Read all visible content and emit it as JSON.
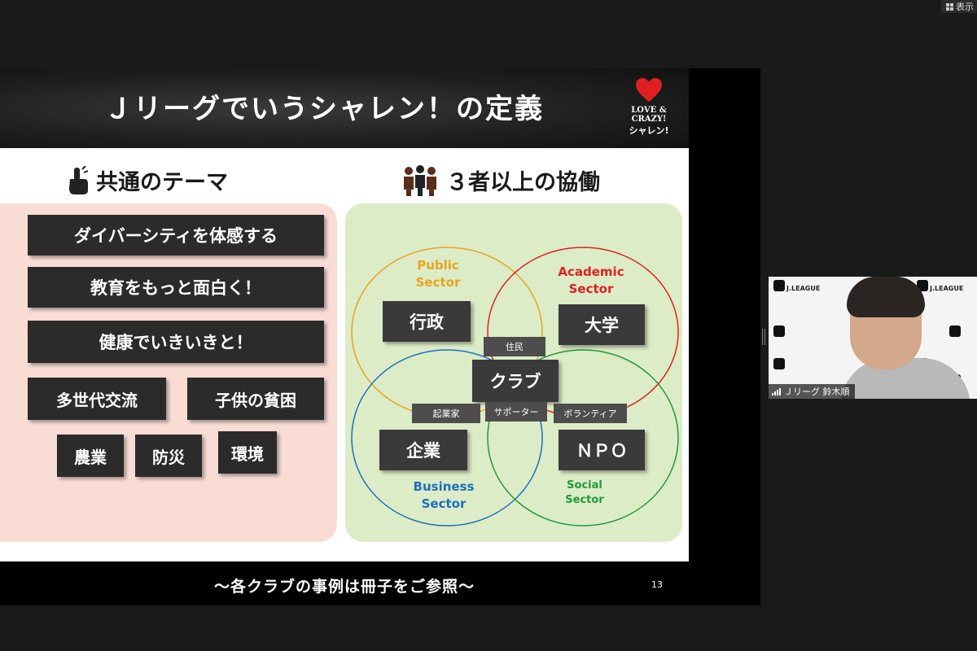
{
  "top_bar": {
    "view_label": "表示"
  },
  "slide": {
    "title": "Ｊリーグでいうシャレン！の定義",
    "logo": {
      "line1": "LOVE &",
      "line2": "CRAZY!",
      "line3": "シャレン!"
    },
    "left_heading": "共通のテーマ",
    "right_heading": "３者以上の協働",
    "themes": [
      "ダイバーシティを体感する",
      "教育をもっと面白く！",
      "健康でいきいきと！",
      "多世代交流",
      "子供の貧困",
      "農業",
      "防災",
      "環境"
    ],
    "venn": {
      "sectors": {
        "public": "Public\nSector",
        "academic": "Academic\nSector",
        "business": "Business\nSector",
        "social": "Social\nSector"
      },
      "entities": {
        "gyosei": "行政",
        "daigaku": "大学",
        "club": "クラブ",
        "kigyo": "企業",
        "npo": "ＮＰＯ"
      },
      "roles": {
        "resident": "住民",
        "entrepreneur": "起業家",
        "supporter": "サポーター",
        "volunteer": "ボランティア"
      },
      "colors": {
        "public": "#e8a320",
        "academic": "#e02020",
        "business": "#1c6fc0",
        "social": "#1e9a3a"
      }
    },
    "footer": "～各クラブの事例は冊子をご参照～",
    "page_number": "13"
  },
  "participant": {
    "name": "Ｊリーグ 鈴木順",
    "backdrop_text": "J.LEAGUE"
  }
}
